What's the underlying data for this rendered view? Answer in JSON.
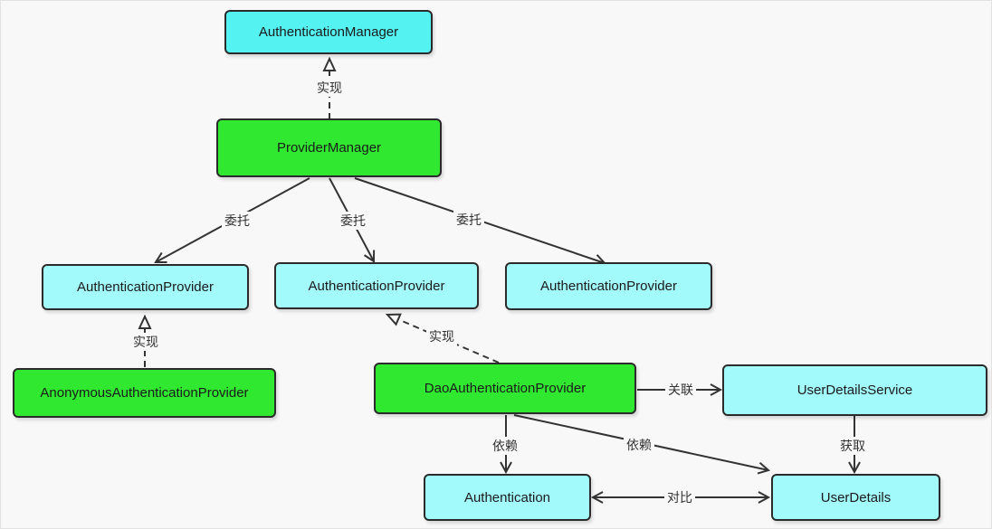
{
  "diagram_type": "uml-class-diagram",
  "colors": {
    "background": "#f8f8f8",
    "interface_fill": "#55f2f2",
    "provider_fill": "#a3fafa",
    "implementation_fill": "#31e831",
    "stroke": "#333333"
  },
  "nodes": {
    "authentication_manager": {
      "label": "AuthenticationManager"
    },
    "provider_manager": {
      "label": "ProviderManager"
    },
    "auth_provider_1": {
      "label": "AuthenticationProvider"
    },
    "auth_provider_2": {
      "label": "AuthenticationProvider"
    },
    "auth_provider_3": {
      "label": "AuthenticationProvider"
    },
    "anonymous_auth_provider": {
      "label": "AnonymousAuthenticationProvider"
    },
    "dao_auth_provider": {
      "label": "DaoAuthenticationProvider"
    },
    "user_details_service": {
      "label": "UserDetailsService"
    },
    "authentication": {
      "label": "Authentication"
    },
    "user_details": {
      "label": "UserDetails"
    }
  },
  "edge_labels": {
    "realize_top": "实现",
    "realize_left": "实现",
    "realize_mid": "实现",
    "delegate_1": "委托",
    "delegate_2": "委托",
    "delegate_3": "委托",
    "associate": "关联",
    "depend_1": "依赖",
    "depend_2": "依赖",
    "fetch": "获取",
    "compare": "对比"
  }
}
